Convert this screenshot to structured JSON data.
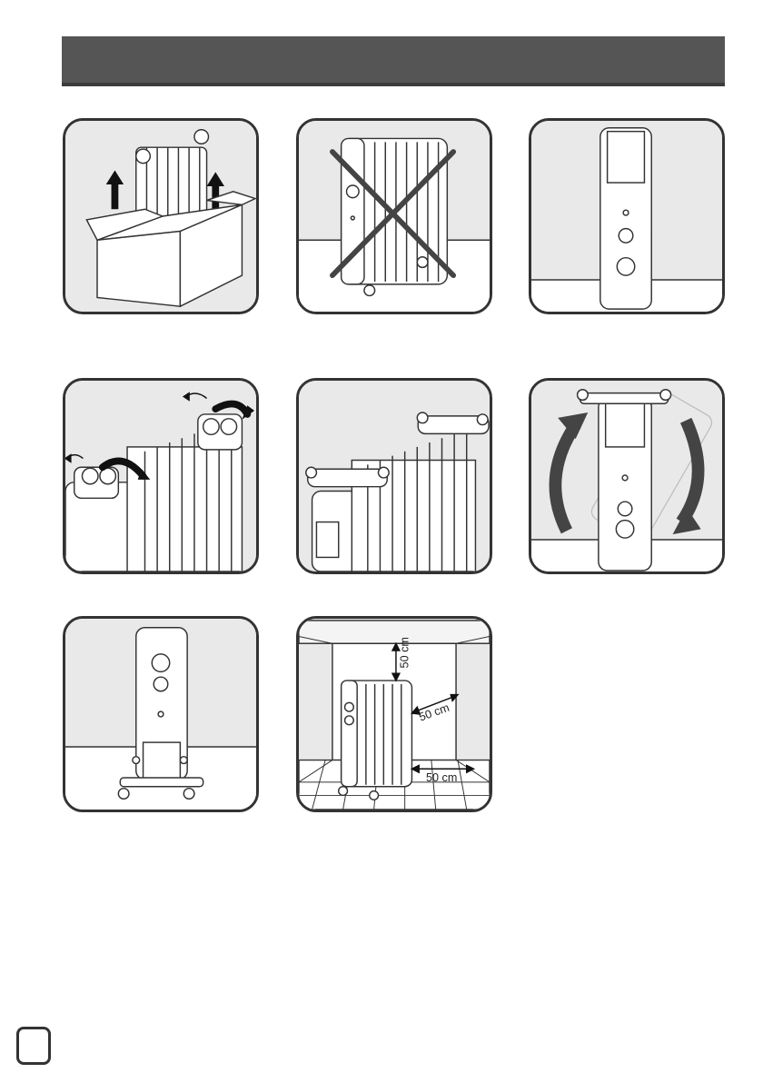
{
  "header": {
    "title": ""
  },
  "figures": [
    {
      "id": "unpack",
      "icon": "unpack-box-illustration"
    },
    {
      "id": "no-lying",
      "icon": "prohibited-lying-heater-illustration"
    },
    {
      "id": "upside-down",
      "icon": "heater-upside-down-illustration"
    },
    {
      "id": "fold-feet",
      "icon": "unfold-feet-illustration"
    },
    {
      "id": "feet-mounted",
      "icon": "feet-mounted-illustration"
    },
    {
      "id": "turn-upright",
      "icon": "rotate-heater-illustration"
    },
    {
      "id": "standing",
      "icon": "heater-standing-illustration"
    },
    {
      "id": "clearance",
      "icon": "clearance-distances-illustration"
    }
  ],
  "clearance": {
    "top": "50 cm",
    "side": "50 cm",
    "floor": "50 cm"
  },
  "page_marker": {
    "label": ""
  },
  "colors": {
    "header_bg": "#555555",
    "panel_bg": "#e9e9e9",
    "panel_border": "#333333",
    "arrow": "#444444"
  }
}
